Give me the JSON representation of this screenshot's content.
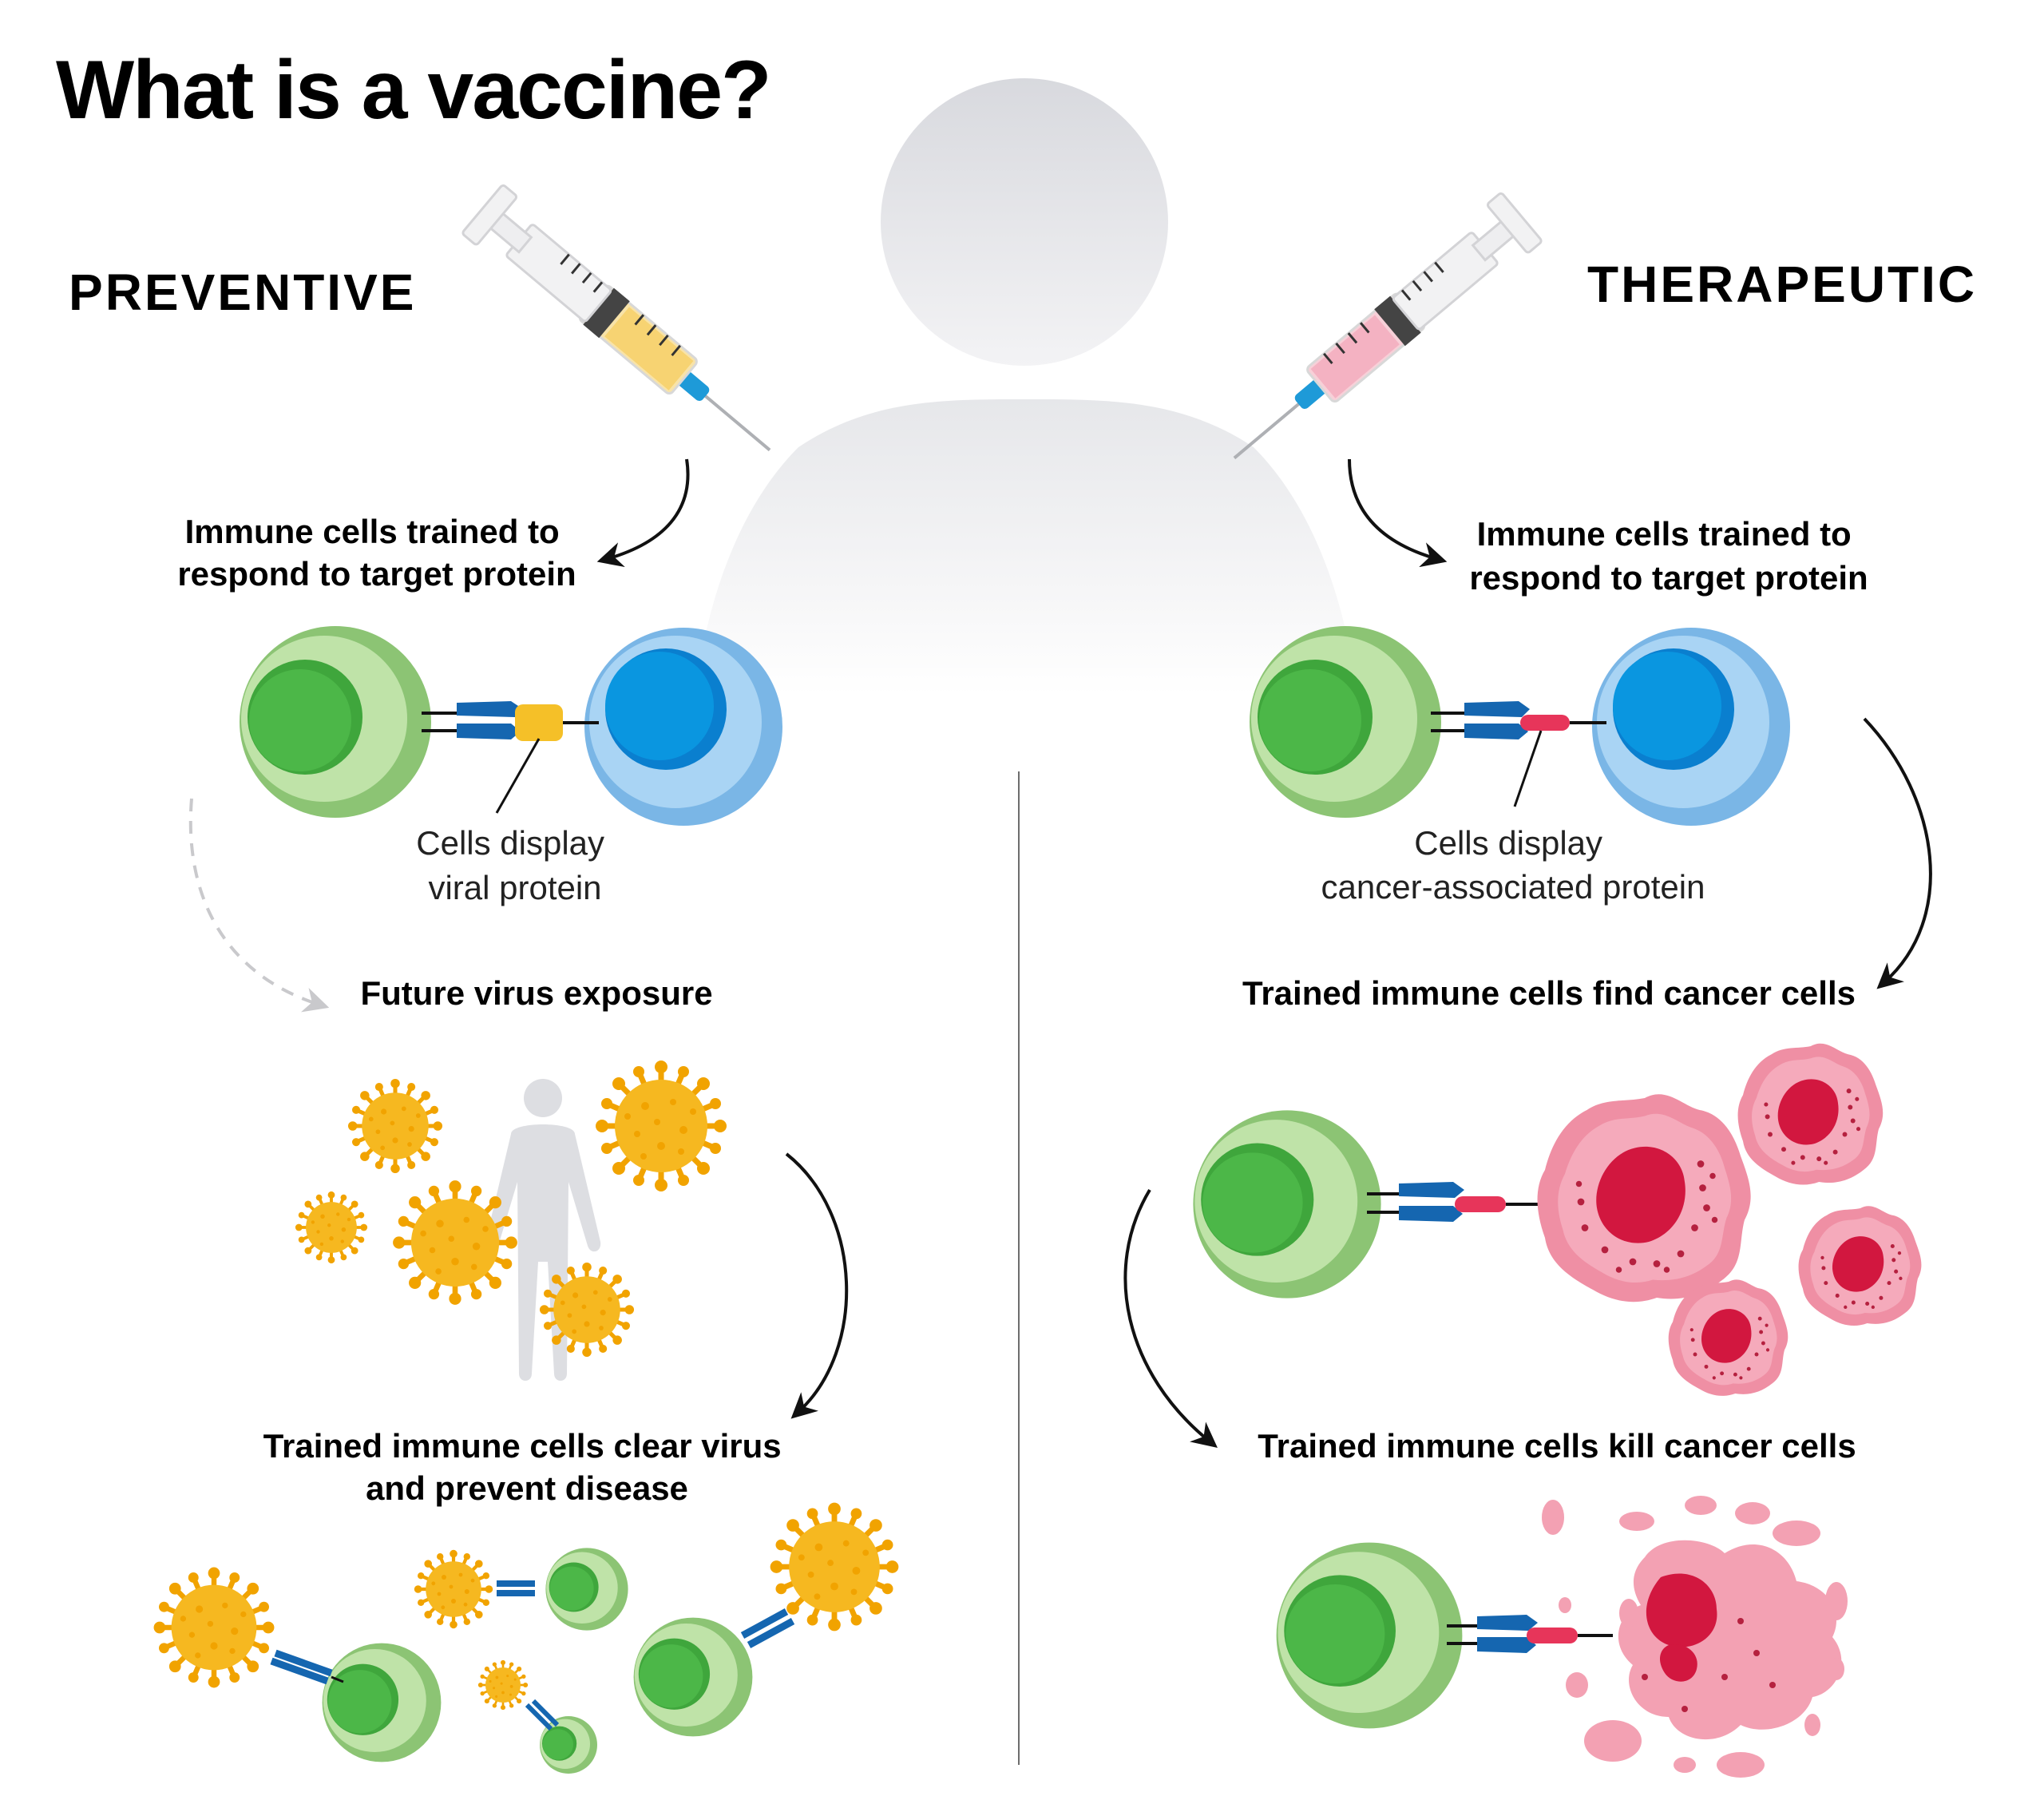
{
  "title": "What is a vaccine?",
  "preventive": {
    "heading": "PREVENTIVE",
    "step1": [
      "Immune cells trained to",
      "respond to target protein"
    ],
    "display_label": [
      "Cells display",
      "viral protein"
    ],
    "step2": "Future virus exposure",
    "step3": [
      "Trained immune cells clear virus",
      "and prevent disease"
    ]
  },
  "therapeutic": {
    "heading": "THERAPEUTIC",
    "step1": [
      "Immune cells trained to",
      "respond to target protein"
    ],
    "display_label": [
      "Cells display",
      "cancer-associated protein"
    ],
    "step2": "Trained immune cells find cancer cells",
    "step3": "Trained immune cells kill cancer cells"
  },
  "colors": {
    "tcell_outer": "#8cc474",
    "tcell_light": "#bfe3a8",
    "tcell_inner": "#4cb748",
    "apc_outer": "#7ab6e6",
    "apc_light": "#a9d4f4",
    "apc_inner": "#0a96e0",
    "receptor": "#1566b0",
    "viral_protein": "#f5c028",
    "cancer_protein": "#e7355a",
    "virus": "#f6b820",
    "virus_dark": "#f1a300",
    "cancer_cell": "#ef8fa4",
    "cancer_nucleus": "#d2173f",
    "silhouette": "#dddee2"
  },
  "icons": [
    "syringe-icon",
    "person-silhouette-icon",
    "virus-icon",
    "t-cell-icon",
    "cancer-cell-icon",
    "arrow-icon"
  ]
}
